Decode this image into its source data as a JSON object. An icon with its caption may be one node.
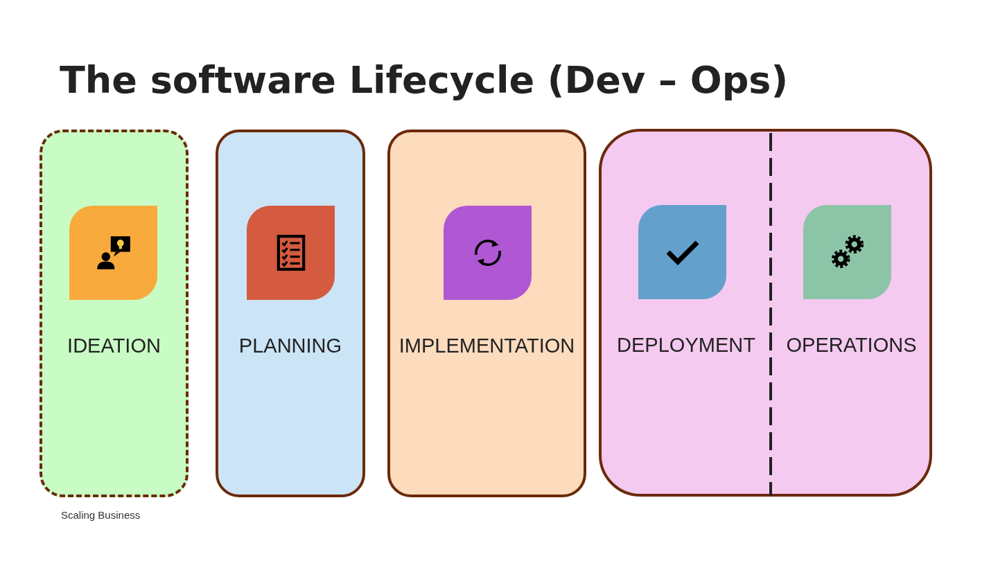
{
  "diagram": {
    "title": "The software Lifecycle (Dev – Ops)",
    "nodes": [
      {
        "text": [
          "IDEATION"
        ]
      },
      {
        "text": [
          "PLANNING"
        ]
      },
      {
        "text": [
          "IMPLEMENTATION"
        ]
      },
      {
        "text": [],
        "shape": "box"
      },
      {
        "text": [
          "DEPLOYMENT"
        ],
        "in": 3
      },
      {
        "text": [
          "OPERATIONS"
        ],
        "in": 3
      }
    ],
    "edges": [],
    "labels": [
      "Scaling Business"
    ]
  }
}
